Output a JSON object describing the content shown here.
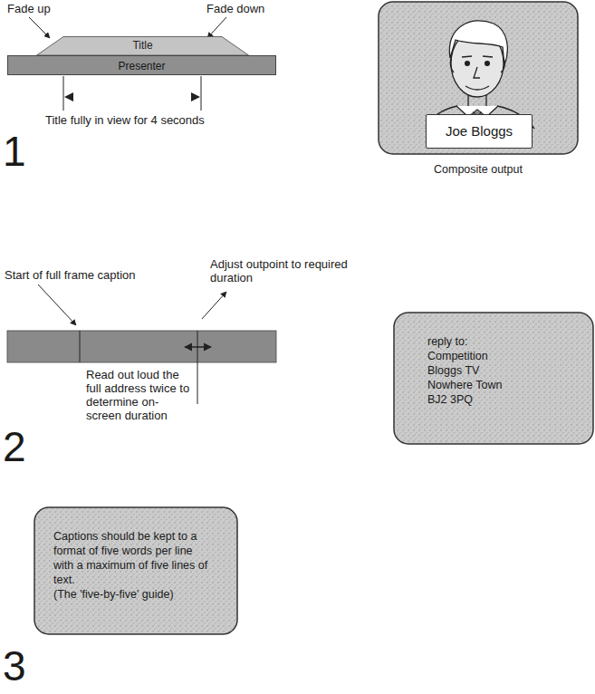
{
  "diagram": {
    "nodes": [
      {
        "text": [
          "Title"
        ]
      },
      {
        "text": [
          "Presenter"
        ]
      },
      {
        "text": [
          "Composite output"
        ]
      },
      {
        "text": [
          "Joe Bloggs"
        ],
        "in": 2
      },
      {
        "text": [
          "reply to:",
          "Competition",
          "Bloggs TV",
          "Nowhere Town",
          "BJ2 3PQ"
        ]
      },
      {
        "text": [
          "Captions should be kept to a format of five words per line with a maximum of five lines of text.",
          "(The 'five-by-five' guide)"
        ]
      }
    ],
    "labels": [
      "Fade up",
      "Fade down",
      "Title fully in view for 4 seconds",
      "1",
      "Start of full frame caption",
      "Adjust outpoint to required duration",
      "Read out loud the full address twice to determine on-screen duration",
      "2",
      "3"
    ]
  }
}
